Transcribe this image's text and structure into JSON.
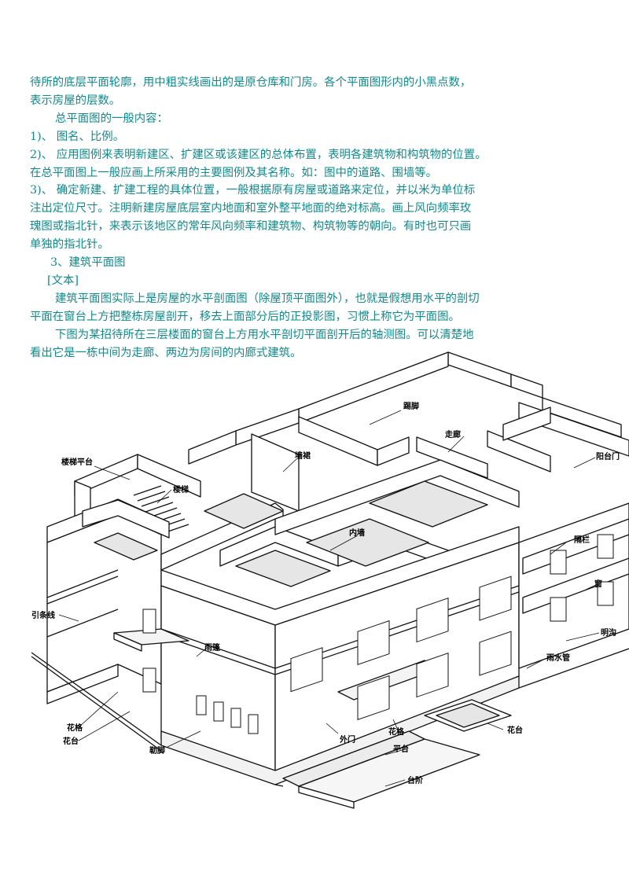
{
  "text": {
    "line1": "待所的底层平面轮廓，用中粗实线画出的是原仓库和门房。各个平面图形内的小黑点数，",
    "line2": "表示房屋的层数。",
    "line3": "总平面图的一般内容：",
    "line4": "1)、   图名、比例。",
    "line5": "2)、  应用图例来表明新建区、扩建区或该建区的总体布置，表明各建筑物和构筑物的位置。",
    "line6": "在总平面图上一般应画上所采用的主要图例及其名称。如：图中的道路、围墙等。",
    "line7": "3)、     确定新建、扩建工程的具体位置，一般根据原有房屋或道路来定位，并以米为单位标",
    "line8": "注出定位尺寸。注明新建房屋底层室内地面和室外整平地面的绝对标高。画上风向频率玫",
    "line9": "瑰图或指北针，来表示该地区的常年风向频率和建筑物、构筑物等的朝向。有时也可只画",
    "line10": "单独的指北针。",
    "line11": "3、建筑平面图",
    "line12": "[文本]",
    "line13": "建筑平面图实际上是房屋的水平剖面图（除屋顶平面图外），也就是假想用水平的剖切",
    "line14": "平面在窗台上方把整栋房屋剖开，移去上面部分后的正投影图，习惯上称它为平面图。",
    "line15": "下图为某招待所在三层楼面的窗台上方用水平剖切平面剖开后的轴测图。可以清楚地",
    "line16": "看出它是一栋中间为走廊、两边为房间的内廊式建筑。"
  },
  "drawing": {
    "labels": {
      "stair_landing": "楼梯平台",
      "stairs": "楼梯",
      "skirting": "踢脚",
      "corridor": "走廊",
      "dado": "墙裙",
      "balcony_door": "阳台门",
      "inner_wall": "内墙",
      "railing": "隔栏",
      "window": "窗",
      "string_course": "引条线",
      "canopy": "雨篷",
      "ditch": "明沟",
      "downpipe": "雨水管",
      "lattice": "花格",
      "planter": "花台",
      "plinth": "勒脚",
      "exterior_door": "外门",
      "lattice2": "花格",
      "platform": "平台",
      "planter2": "花台",
      "steps": "台阶"
    }
  }
}
